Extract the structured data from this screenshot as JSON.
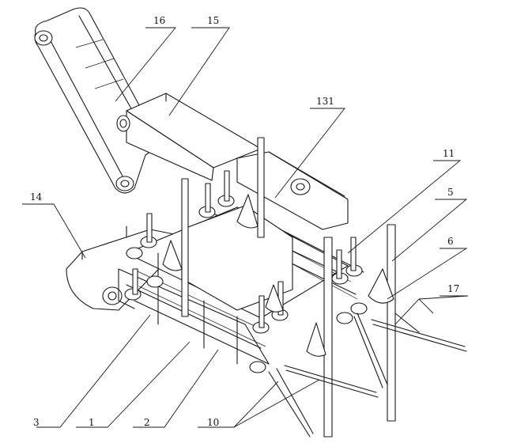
{
  "figure": {
    "labels": [
      "16",
      "15",
      "131",
      "11",
      "5",
      "6",
      "17",
      "14",
      "3",
      "1",
      "2",
      "10"
    ]
  }
}
